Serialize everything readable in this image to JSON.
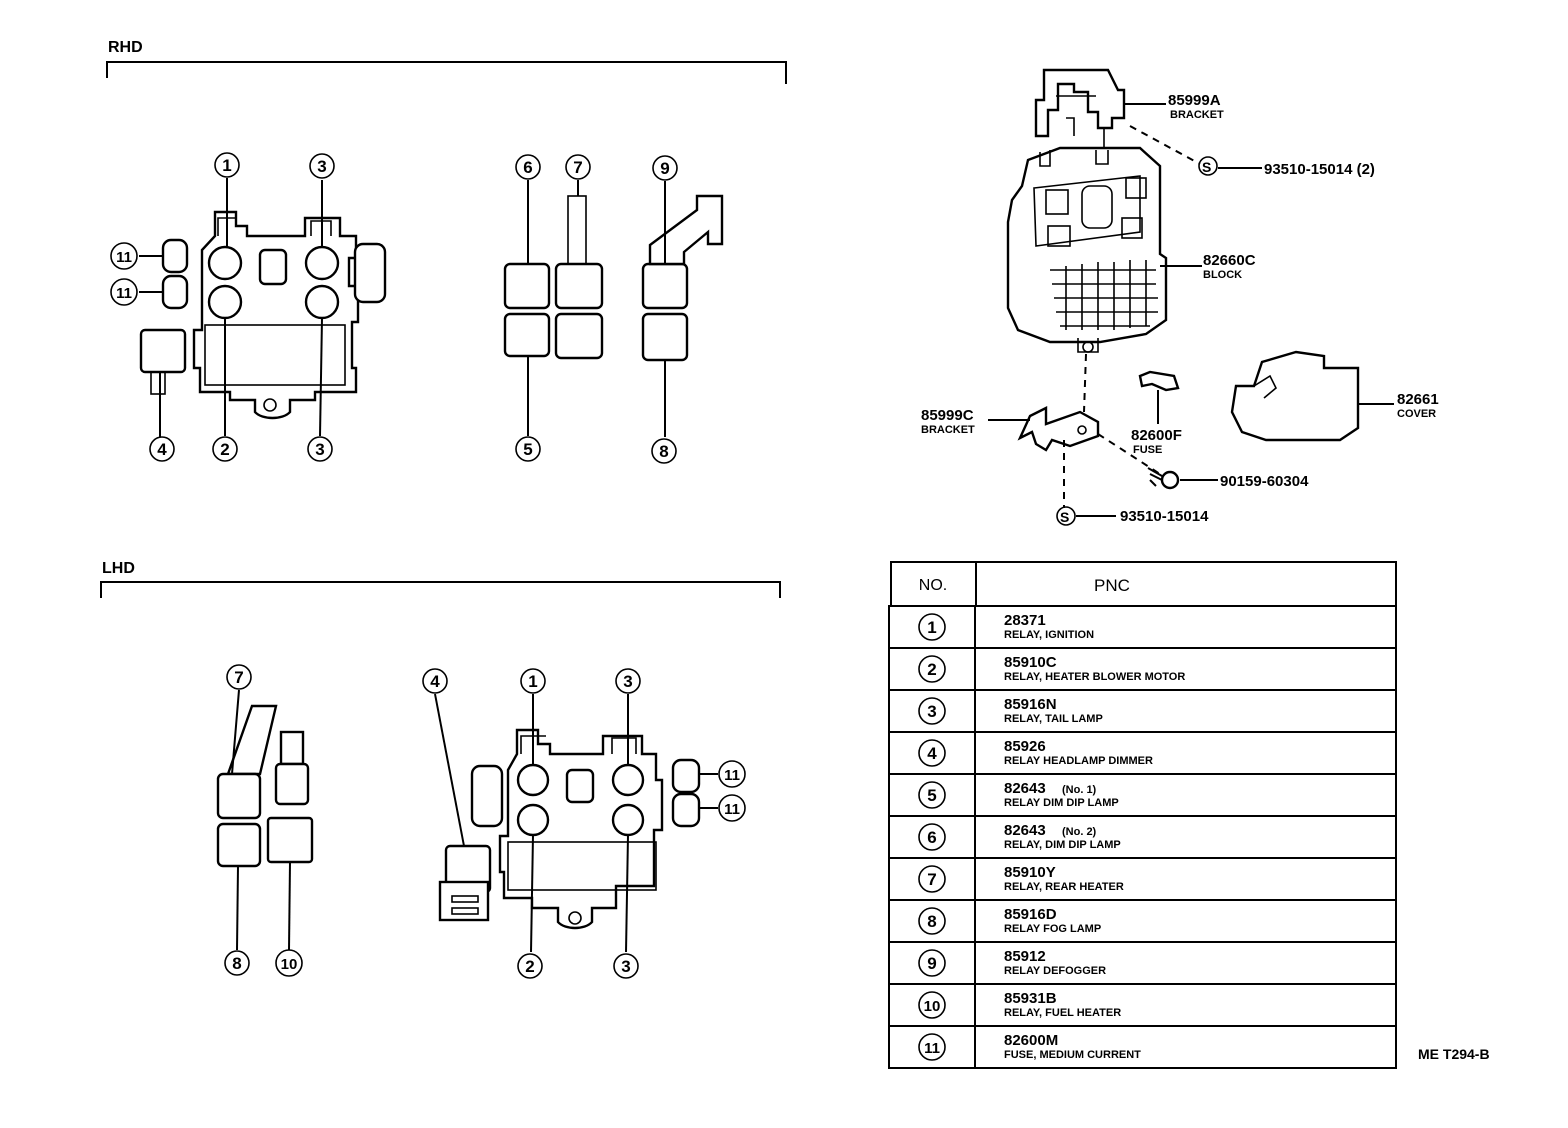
{
  "sections": {
    "rhd": "RHD",
    "lhd": "LHD"
  },
  "callouts": {
    "c1": "1",
    "c2": "2",
    "c3": "3",
    "c4": "4",
    "c5": "5",
    "c6": "6",
    "c7": "7",
    "c8": "8",
    "c9": "9",
    "c10": "10",
    "c11": "11"
  },
  "parts": {
    "bracket_a": {
      "pnc": "85999A",
      "name": "BRACKET"
    },
    "screw_top": {
      "symbol": "S",
      "pnc": "93510-15014 (2)"
    },
    "block": {
      "pnc": "82660C",
      "name": "BLOCK"
    },
    "cover": {
      "pnc": "82661",
      "name": "COVER"
    },
    "bracket_c": {
      "pnc": "85999C",
      "name": "BRACKET"
    },
    "fuse": {
      "pnc": "82600F",
      "name": "FUSE"
    },
    "bolt": {
      "pnc": "90159-60304"
    },
    "screw_bottom": {
      "symbol": "S",
      "pnc": "93510-15014"
    }
  },
  "table": {
    "headers": {
      "no": "NO.",
      "pnc": "PNC"
    },
    "rows": [
      {
        "no": "1",
        "pnc": "28371",
        "suffix": "",
        "desc": "RELAY, IGNITION"
      },
      {
        "no": "2",
        "pnc": "85910C",
        "suffix": "",
        "desc": "RELAY, HEATER BLOWER MOTOR"
      },
      {
        "no": "3",
        "pnc": "85916N",
        "suffix": "",
        "desc": "RELAY, TAIL LAMP"
      },
      {
        "no": "4",
        "pnc": "85926",
        "suffix": "",
        "desc": "RELAY HEADLAMP DIMMER"
      },
      {
        "no": "5",
        "pnc": "82643",
        "suffix": "(No. 1)",
        "desc": "RELAY DIM DIP LAMP"
      },
      {
        "no": "6",
        "pnc": "82643",
        "suffix": "(No. 2)",
        "desc": "RELAY, DIM DIP LAMP"
      },
      {
        "no": "7",
        "pnc": "85910Y",
        "suffix": "",
        "desc": "RELAY, REAR HEATER"
      },
      {
        "no": "8",
        "pnc": "85916D",
        "suffix": "",
        "desc": "RELAY FOG LAMP"
      },
      {
        "no": "9",
        "pnc": "85912",
        "suffix": "",
        "desc": "RELAY DEFOGGER"
      },
      {
        "no": "10",
        "pnc": "85931B",
        "suffix": "",
        "desc": "RELAY, FUEL HEATER"
      },
      {
        "no": "11",
        "pnc": "82600M",
        "suffix": "",
        "desc": "FUSE, MEDIUM CURRENT"
      }
    ]
  },
  "figure_code": "ME T294-B"
}
